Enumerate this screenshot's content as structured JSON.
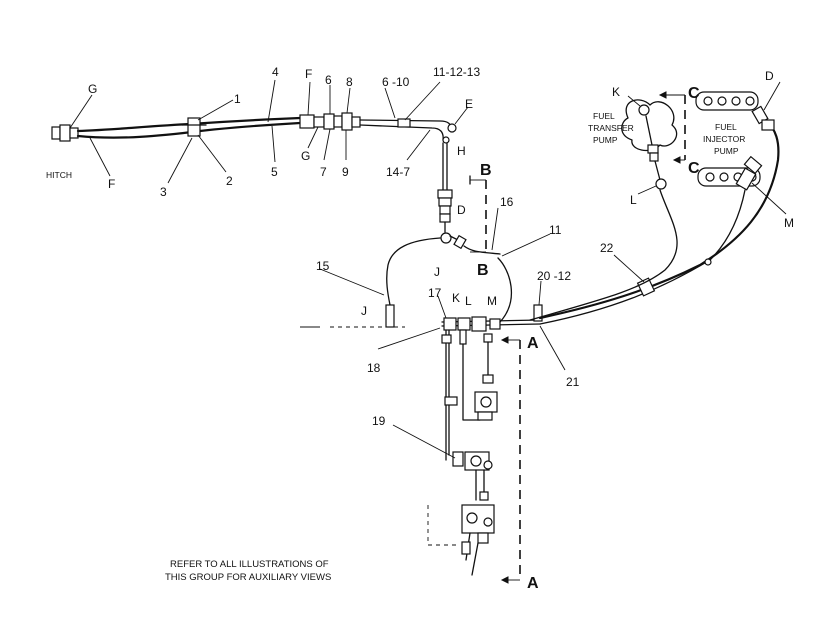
{
  "labels": {
    "hitch": "HITCH",
    "fuel_transfer_pump": [
      "FUEL",
      "TRANSFER",
      "PUMP"
    ],
    "fuel_injector_pump": [
      "FUEL",
      "INJECTOR",
      "PUMP"
    ],
    "note": [
      "REFER TO ALL ILLUSTRATIONS OF",
      "THIS GROUP FOR AUXILIARY VIEWS"
    ]
  },
  "callouts": {
    "g_left": "G",
    "f_left": "F",
    "n1": "1",
    "n2": "2",
    "n3": "3",
    "n4": "4",
    "n5": "5",
    "f_mid": "F",
    "g_mid": "G",
    "n6": "6",
    "n7": "7",
    "n8": "8",
    "n9": "9",
    "n6_10": "6 -10",
    "n11_12_13": "11-12-13",
    "n14_7": "14-7",
    "e": "E",
    "h": "H",
    "b_top": "B",
    "b_low": "B",
    "d_mid": "D",
    "n16": "16",
    "n11": "11",
    "j_mid": "J",
    "n15": "15",
    "j_left": "J",
    "n17": "17",
    "k_mid": "K",
    "l_mid": "L",
    "m_mid": "M",
    "n20_12": "20 -12",
    "n22": "22",
    "a_top": "A",
    "n21": "21",
    "n18": "18",
    "n19": "19",
    "a_bot": "A",
    "k_top": "K",
    "c_top": "C",
    "c_bot": "C",
    "l_top": "L",
    "d_top": "D",
    "m_top": "M"
  }
}
